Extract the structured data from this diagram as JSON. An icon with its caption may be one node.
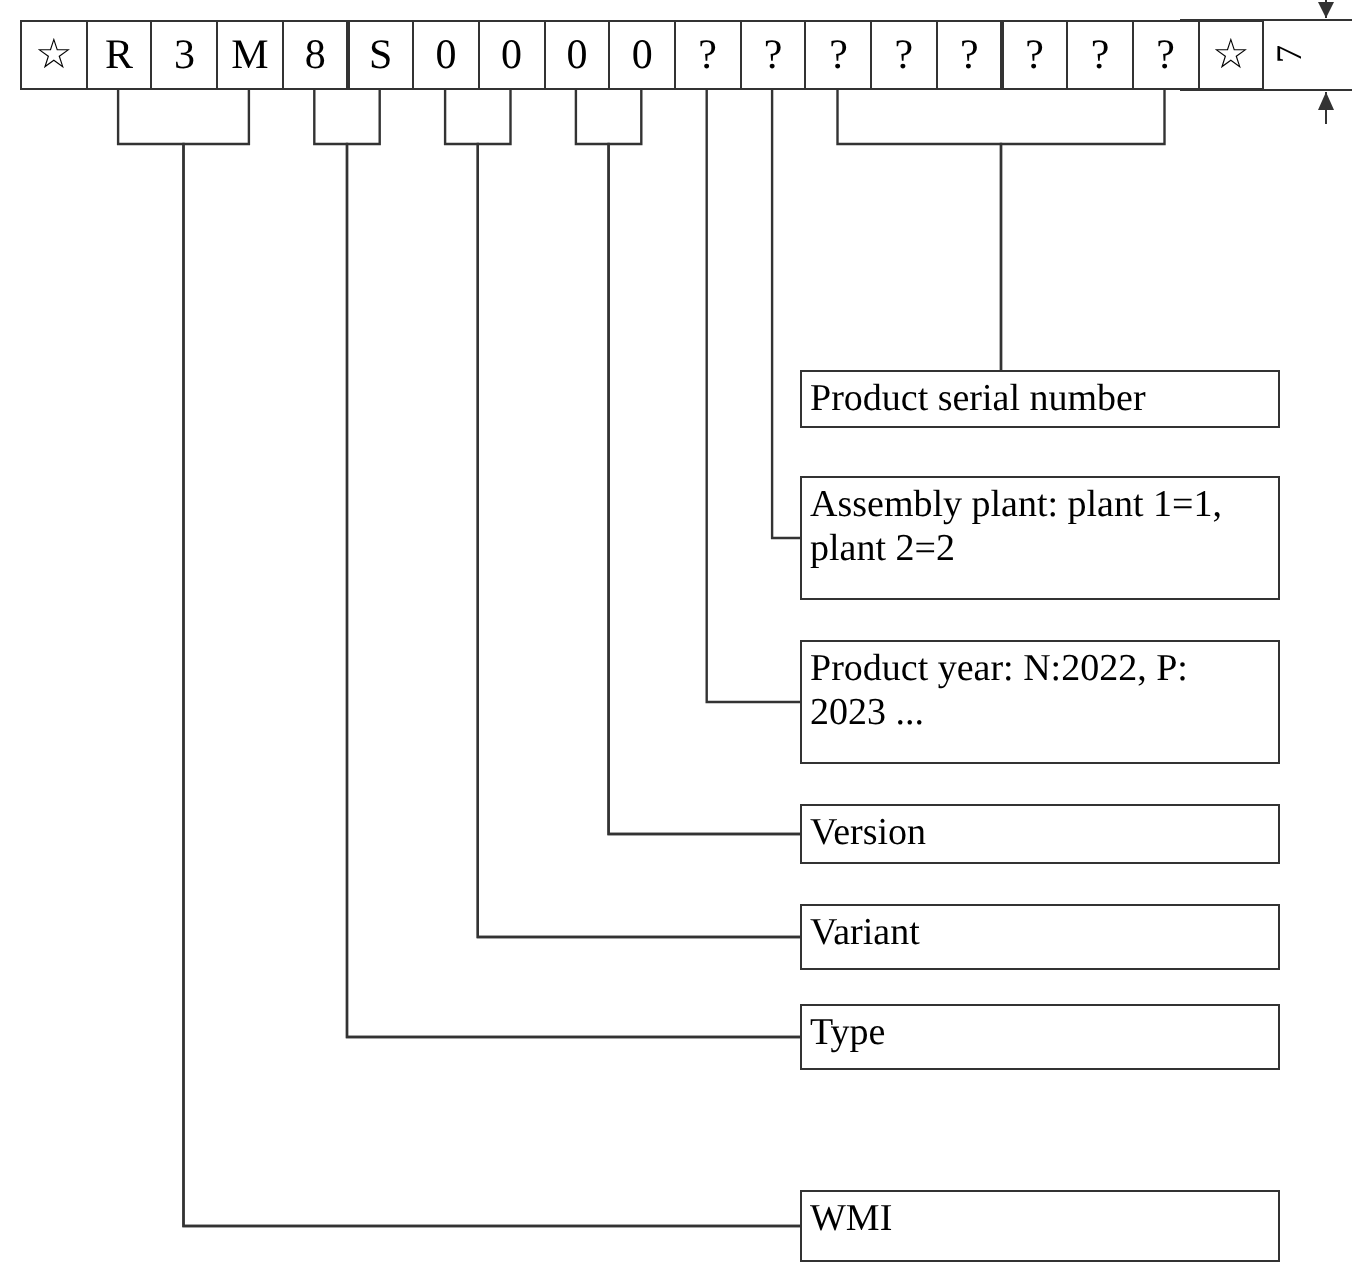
{
  "diagram": {
    "nodes": [
      {
        "text": [
          "☆"
        ]
      },
      {
        "text": [
          "R"
        ]
      },
      {
        "text": [
          "3"
        ]
      },
      {
        "text": [
          "M"
        ]
      },
      {
        "text": [
          "8"
        ]
      },
      {
        "text": [
          "S"
        ]
      },
      {
        "text": [
          "0"
        ]
      },
      {
        "text": [
          "0"
        ]
      },
      {
        "text": [
          "0"
        ]
      },
      {
        "text": [
          "0"
        ]
      },
      {
        "text": [
          "?"
        ]
      },
      {
        "text": [
          "?"
        ]
      },
      {
        "text": [
          "?"
        ]
      },
      {
        "text": [
          "?"
        ]
      },
      {
        "text": [
          "?"
        ]
      },
      {
        "text": [
          "?"
        ]
      },
      {
        "text": [
          "?"
        ]
      },
      {
        "text": [
          "?"
        ]
      },
      {
        "text": [
          "☆"
        ]
      },
      {
        "text": [
          "Product serial number"
        ]
      },
      {
        "text": [
          "Assembly plant: plant 1=1, plant 2=2"
        ]
      },
      {
        "text": [
          "Product year: N:2022, P: 2023 ..."
        ]
      },
      {
        "text": [
          "Version"
        ]
      },
      {
        "text": [
          "Variant"
        ]
      },
      {
        "text": [
          "Type"
        ]
      },
      {
        "text": [
          "WMI"
        ]
      }
    ],
    "edges": [
      {
        "from": 12,
        "to": 19,
        "arrow": "none"
      },
      {
        "from": 17,
        "to": 19,
        "arrow": "none"
      },
      {
        "from": 11,
        "to": 20,
        "arrow": "none"
      },
      {
        "from": 10,
        "to": 21,
        "arrow": "none"
      },
      {
        "from": 8,
        "to": 22,
        "arrow": "none"
      },
      {
        "from": 9,
        "to": 22,
        "arrow": "none"
      },
      {
        "from": 6,
        "to": 23,
        "arrow": "none"
      },
      {
        "from": 7,
        "to": 23,
        "arrow": "none"
      },
      {
        "from": 4,
        "to": 24,
        "arrow": "none"
      },
      {
        "from": 5,
        "to": 24,
        "arrow": "none"
      },
      {
        "from": 1,
        "to": 25,
        "arrow": "none"
      },
      {
        "from": 3,
        "to": 25,
        "arrow": "none"
      }
    ],
    "labels": [
      "7"
    ]
  }
}
